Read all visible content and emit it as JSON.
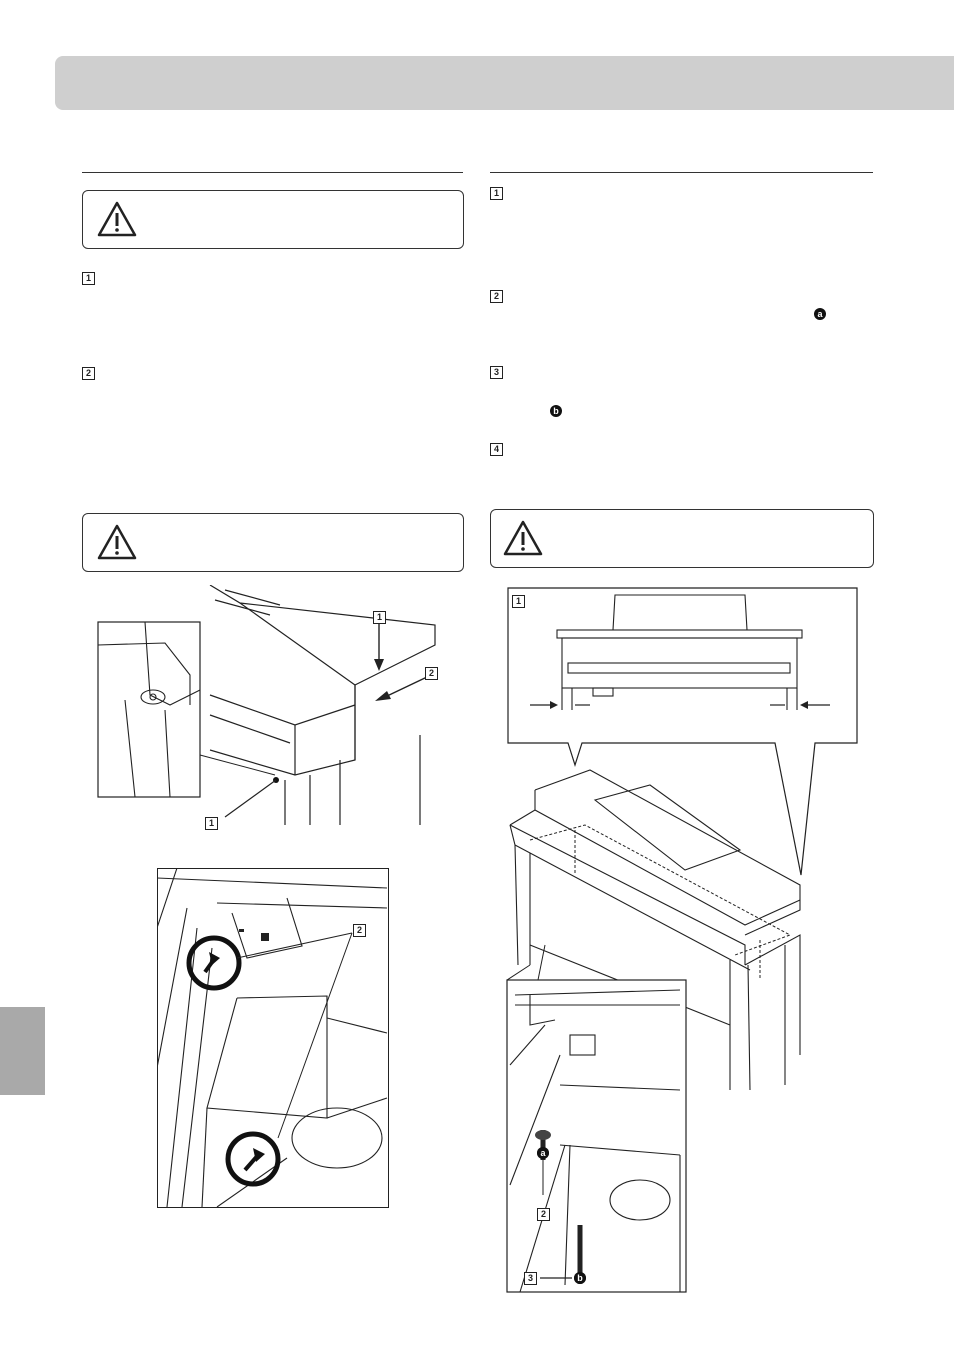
{
  "steps": {
    "s1": "1",
    "s2": "2",
    "s3": "3",
    "s4": "4"
  },
  "markers": {
    "a": "a",
    "b": "b"
  },
  "colors": {
    "header": "#cfcfcf",
    "tab": "#a9a9a9",
    "line": "#222222"
  },
  "icons": {
    "warning": "warning-triangle-icon"
  }
}
